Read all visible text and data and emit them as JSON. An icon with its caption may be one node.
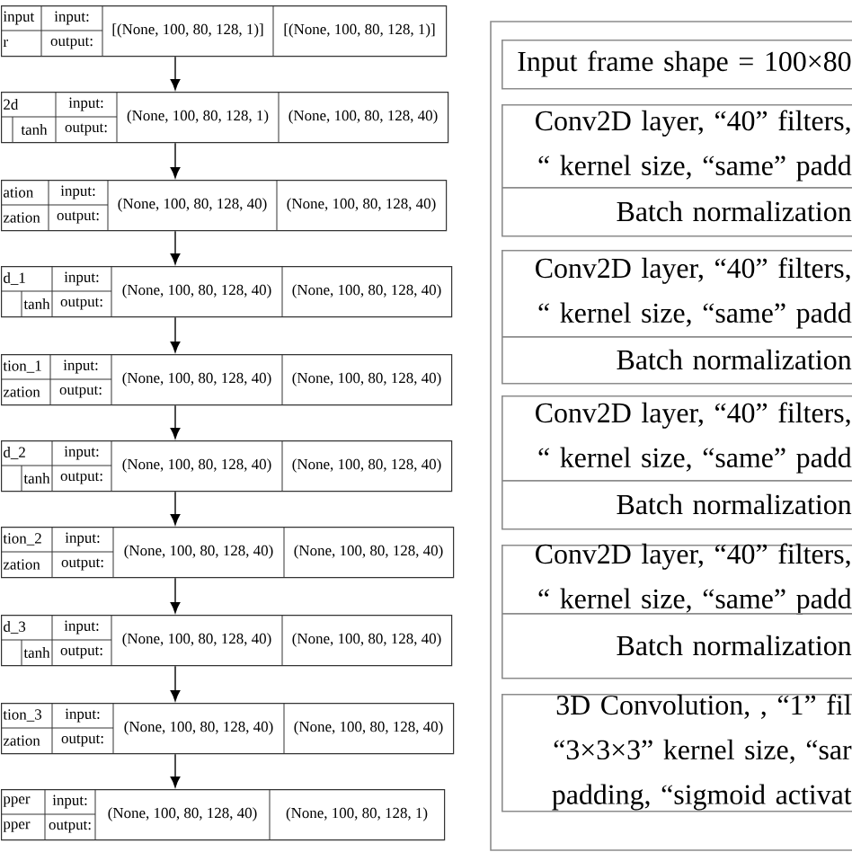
{
  "diagram": {
    "nodes": [
      {
        "text": [
          "input",
          "r",
          "input:",
          "output:",
          "[(None, 100, 80, 128, 1)]",
          "[(None, 100, 80, 128, 1)]"
        ]
      },
      {
        "text": [
          "2d",
          "tanh",
          "input:",
          "output:",
          "(None, 100, 80, 128, 1)",
          "(None, 100, 80, 128, 40)"
        ]
      },
      {
        "text": [
          "ation",
          "zation",
          "input:",
          "output:",
          "(None, 100, 80, 128, 40)",
          "(None, 100, 80, 128, 40)"
        ]
      },
      {
        "text": [
          "d_1",
          "tanh",
          "input:",
          "output:",
          "(None, 100, 80, 128, 40)",
          "(None, 100, 80, 128, 40)"
        ]
      },
      {
        "text": [
          "tion_1",
          "zation",
          "input:",
          "output:",
          "(None, 100, 80, 128, 40)",
          "(None, 100, 80, 128, 40)"
        ]
      },
      {
        "text": [
          "d_2",
          "tanh",
          "input:",
          "output:",
          "(None, 100, 80, 128, 40)",
          "(None, 100, 80, 128, 40)"
        ]
      },
      {
        "text": [
          "tion_2",
          "zation",
          "input:",
          "output:",
          "(None, 100, 80, 128, 40)",
          "(None, 100, 80, 128, 40)"
        ]
      },
      {
        "text": [
          "d_3",
          "tanh",
          "input:",
          "output:",
          "(None, 100, 80, 128, 40)",
          "(None, 100, 80, 128, 40)"
        ]
      },
      {
        "text": [
          "tion_3",
          "zation",
          "input:",
          "output:",
          "(None, 100, 80, 128, 40)",
          "(None, 100, 80, 128, 40)"
        ]
      },
      {
        "text": [
          "pper",
          "pper",
          "input:",
          "output:",
          "(None, 100, 80, 128, 40)",
          "(None, 100, 80, 128, 1)"
        ]
      },
      {
        "text": [
          "Input frame shape = 100×80"
        ]
      },
      {
        "text": [
          "Conv2D layer, “40” filters, “ kernel size, “same” padd"
        ]
      },
      {
        "text": [
          "Batch normalization"
        ]
      },
      {
        "text": [
          "Conv2D layer, “40” filters, “ kernel size, “same” padd"
        ]
      },
      {
        "text": [
          "Batch normalization"
        ]
      },
      {
        "text": [
          "Conv2D layer, “40” filters, “ kernel size, “same” padd"
        ]
      },
      {
        "text": [
          "Batch normalization"
        ]
      },
      {
        "text": [
          "Conv2D layer, “40” filters, “ kernel size, “same” padd"
        ]
      },
      {
        "text": [
          "Batch normalization"
        ]
      },
      {
        "text": [
          "3D Convolution, , “1” fil “3×3×3” kernel size, “sar padding, “sigmoid activat"
        ]
      }
    ],
    "edges": [
      {
        "from": 0,
        "to": 1,
        "arrow": "to"
      },
      {
        "from": 1,
        "to": 2,
        "arrow": "to"
      },
      {
        "from": 2,
        "to": 3,
        "arrow": "to"
      },
      {
        "from": 3,
        "to": 4,
        "arrow": "to"
      },
      {
        "from": 4,
        "to": 5,
        "arrow": "to"
      },
      {
        "from": 5,
        "to": 6,
        "arrow": "to"
      },
      {
        "from": 6,
        "to": 7,
        "arrow": "to"
      },
      {
        "from": 7,
        "to": 8,
        "arrow": "to"
      },
      {
        "from": 8,
        "to": 9,
        "arrow": "to"
      }
    ]
  }
}
